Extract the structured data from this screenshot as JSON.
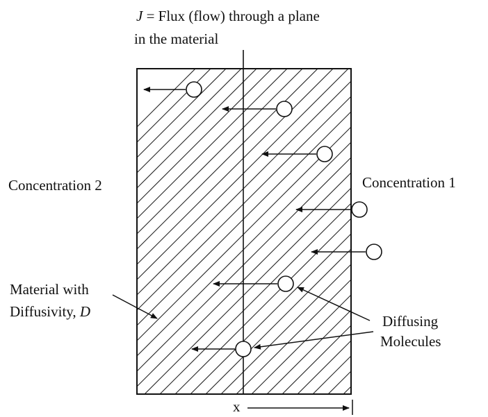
{
  "flux_label": {
    "var": "J",
    "line1_rest": " = Flux (flow) through a plane",
    "line2": "in the material"
  },
  "left_label": "Concentration 2",
  "right_label": "Concentration 1",
  "material_label": {
    "line1": "Material with",
    "line2_prefix": "Diffusivity, ",
    "var": "D"
  },
  "molecules_label": {
    "line1": "Diffusing",
    "line2": "Molecules"
  },
  "axis_label": "x"
}
